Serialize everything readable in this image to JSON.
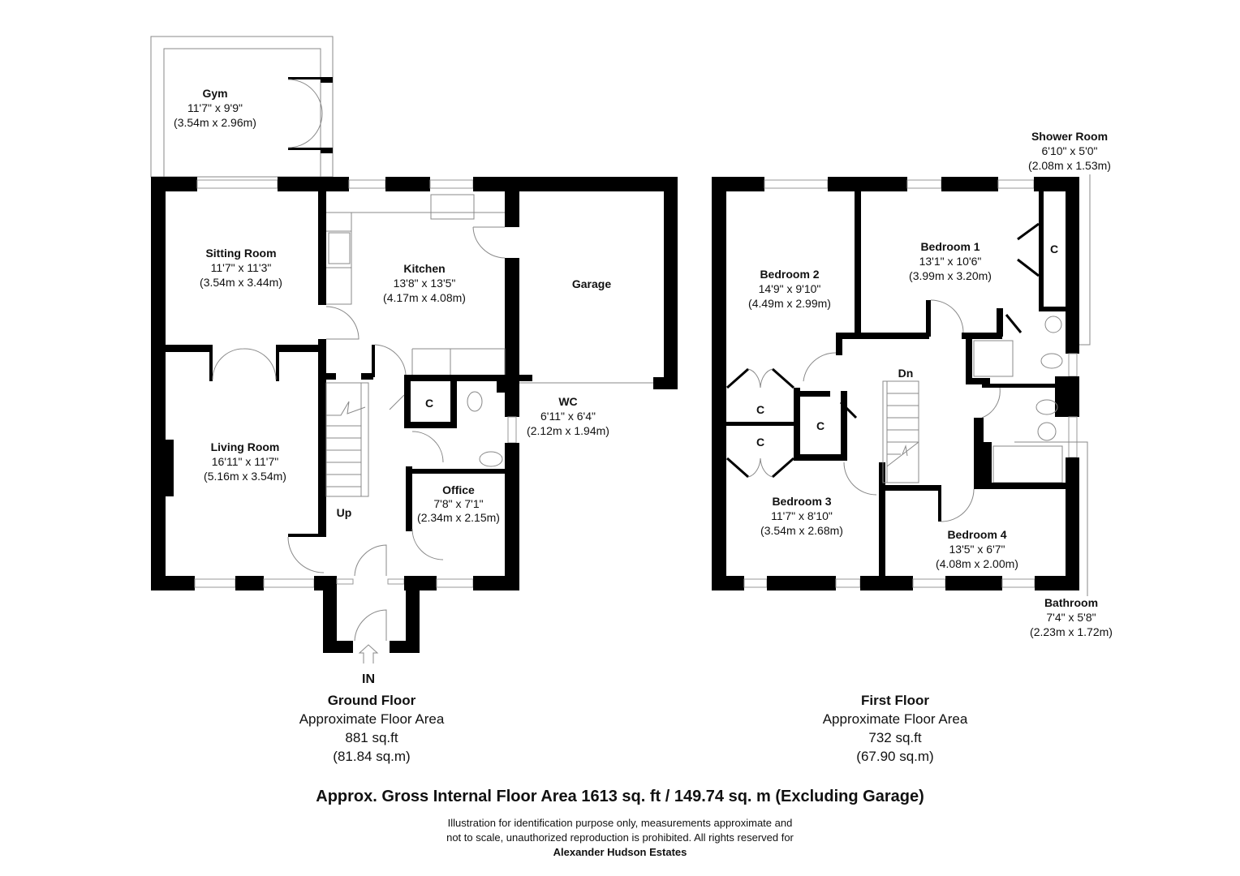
{
  "ground_floor": {
    "title": "Ground Floor",
    "area_label": "Approximate Floor Area",
    "area_sqft": "881 sq.ft",
    "area_sqm": "(81.84 sq.m)",
    "entrance": "IN",
    "stairs": "Up",
    "rooms": [
      {
        "name": "Gym",
        "imperial": "11'7\" x 9'9\"",
        "metric": "(3.54m x 2.96m)"
      },
      {
        "name": "Sitting Room",
        "imperial": "11'7\" x 11'3\"",
        "metric": "(3.54m x 3.44m)"
      },
      {
        "name": "Kitchen",
        "imperial": "13'8\" x 13'5\"",
        "metric": "(4.17m x 4.08m)"
      },
      {
        "name": "Garage"
      },
      {
        "name": "Living Room",
        "imperial": "16'11\" x 11'7\"",
        "metric": "(5.16m x 3.54m)"
      },
      {
        "name": "WC",
        "imperial": "6'11\" x 6'4\"",
        "metric": "(2.12m x 1.94m)"
      },
      {
        "name": "Office",
        "imperial": "7'8\" x 7'1\"",
        "metric": "(2.34m x 2.15m)"
      },
      {
        "name": "C"
      }
    ]
  },
  "first_floor": {
    "title": "First Floor",
    "area_label": "Approximate Floor Area",
    "area_sqft": "732 sq.ft",
    "area_sqm": "(67.90 sq.m)",
    "stairs": "Dn",
    "rooms": [
      {
        "name": "Shower Room",
        "imperial": "6'10\" x 5'0\"",
        "metric": "(2.08m x 1.53m)"
      },
      {
        "name": "Bedroom 1",
        "imperial": "13'1\" x 10'6\"",
        "metric": "(3.99m x 3.20m)"
      },
      {
        "name": "Bedroom 2",
        "imperial": "14'9\" x 9'10\"",
        "metric": "(4.49m x 2.99m)"
      },
      {
        "name": "Bedroom 3",
        "imperial": "11'7\" x 8'10\"",
        "metric": "(3.54m x 2.68m)"
      },
      {
        "name": "Bedroom 4",
        "imperial": "13'5\" x 6'7\"",
        "metric": "(4.08m x 2.00m)"
      },
      {
        "name": "Bathroom",
        "imperial": "7'4\" x 5'8\"",
        "metric": "(2.23m x 1.72m)"
      },
      {
        "name": "C"
      }
    ]
  },
  "footer": {
    "gross_area": "Approx. Gross Internal Floor Area 1613 sq. ft / 149.74 sq. m (Excluding Garage)",
    "disclaimer_1": "Illustration for identification purpose only, measurements approximate and",
    "disclaimer_2": "not to scale, unauthorized reproduction is prohibited. All rights reserved for",
    "agent": "Alexander Hudson Estates"
  }
}
